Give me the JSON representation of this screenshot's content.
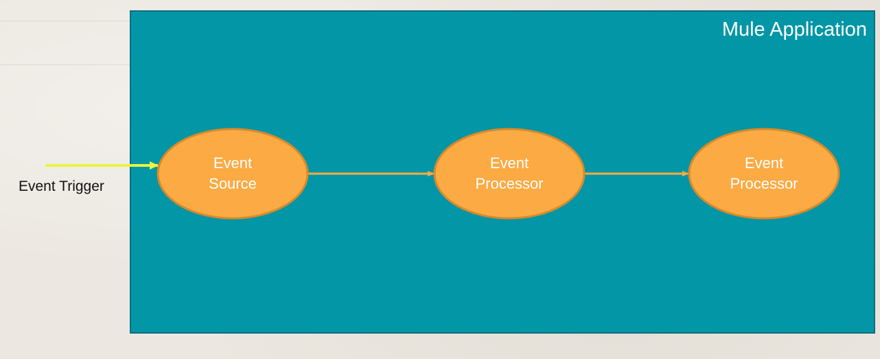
{
  "colors": {
    "background": "#ece8e1",
    "app_box_fill": "#0396a6",
    "app_box_border": "#0b6e80",
    "node_fill": "#fcaa43",
    "node_border": "#d98a2a",
    "flow_arrow": "#fcaa43",
    "trigger_arrow": "#e8f542"
  },
  "application": {
    "title": "Mule Application"
  },
  "trigger": {
    "label": "Event Trigger"
  },
  "nodes": [
    {
      "line1": "Event",
      "line2": "Source"
    },
    {
      "line1": "Event",
      "line2": "Processor"
    },
    {
      "line1": "Event",
      "line2": "Processor"
    }
  ]
}
